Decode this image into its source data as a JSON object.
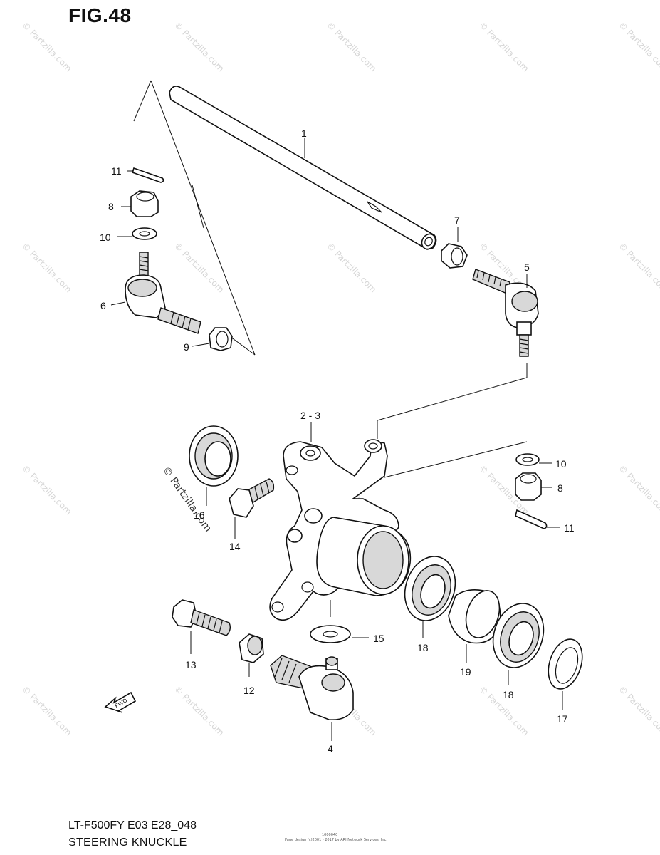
{
  "figure": {
    "title": "FIG.48",
    "model_code": "LT-F500FY E03 E28_048",
    "caption": "STEERING KNUCKLE",
    "fine_print": "Page design (c)2001 - 2017 by ARI Network Services, Inc.",
    "fine_print_id": "1000040"
  },
  "watermark": {
    "text": "© Partzilla.com",
    "repeat_text": "© Partzilla.com"
  },
  "fwd_badge": "FWD",
  "parts": [
    {
      "id": "p1",
      "label": "1",
      "name": "tie-rod"
    },
    {
      "id": "p23",
      "label": "2 - 3",
      "name": "steering-knuckle"
    },
    {
      "id": "p4",
      "label": "4",
      "name": "ball-joint"
    },
    {
      "id": "p5",
      "label": "5",
      "name": "tie-rod-end-right"
    },
    {
      "id": "p6",
      "label": "6",
      "name": "tie-rod-end-left"
    },
    {
      "id": "p7",
      "label": "7",
      "name": "nut-7"
    },
    {
      "id": "p8a",
      "label": "8",
      "name": "castle-nut-left"
    },
    {
      "id": "p8b",
      "label": "8",
      "name": "castle-nut-right"
    },
    {
      "id": "p9",
      "label": "9",
      "name": "nut-9"
    },
    {
      "id": "p10a",
      "label": "10",
      "name": "washer-left"
    },
    {
      "id": "p10b",
      "label": "10",
      "name": "washer-right"
    },
    {
      "id": "p11a",
      "label": "11",
      "name": "cotter-pin-left"
    },
    {
      "id": "p11b",
      "label": "11",
      "name": "cotter-pin-right"
    },
    {
      "id": "p12",
      "label": "12",
      "name": "spacer"
    },
    {
      "id": "p13",
      "label": "13",
      "name": "bolt-13"
    },
    {
      "id": "p14",
      "label": "14",
      "name": "bolt-14"
    },
    {
      "id": "p15",
      "label": "15",
      "name": "washer-15"
    },
    {
      "id": "p16",
      "label": "16",
      "name": "oil-seal-16"
    },
    {
      "id": "p17",
      "label": "17",
      "name": "oil-seal-17"
    },
    {
      "id": "p18a",
      "label": "18",
      "name": "bearing-inner"
    },
    {
      "id": "p18b",
      "label": "18",
      "name": "bearing-outer"
    },
    {
      "id": "p19",
      "label": "19",
      "name": "spacer-19"
    }
  ]
}
